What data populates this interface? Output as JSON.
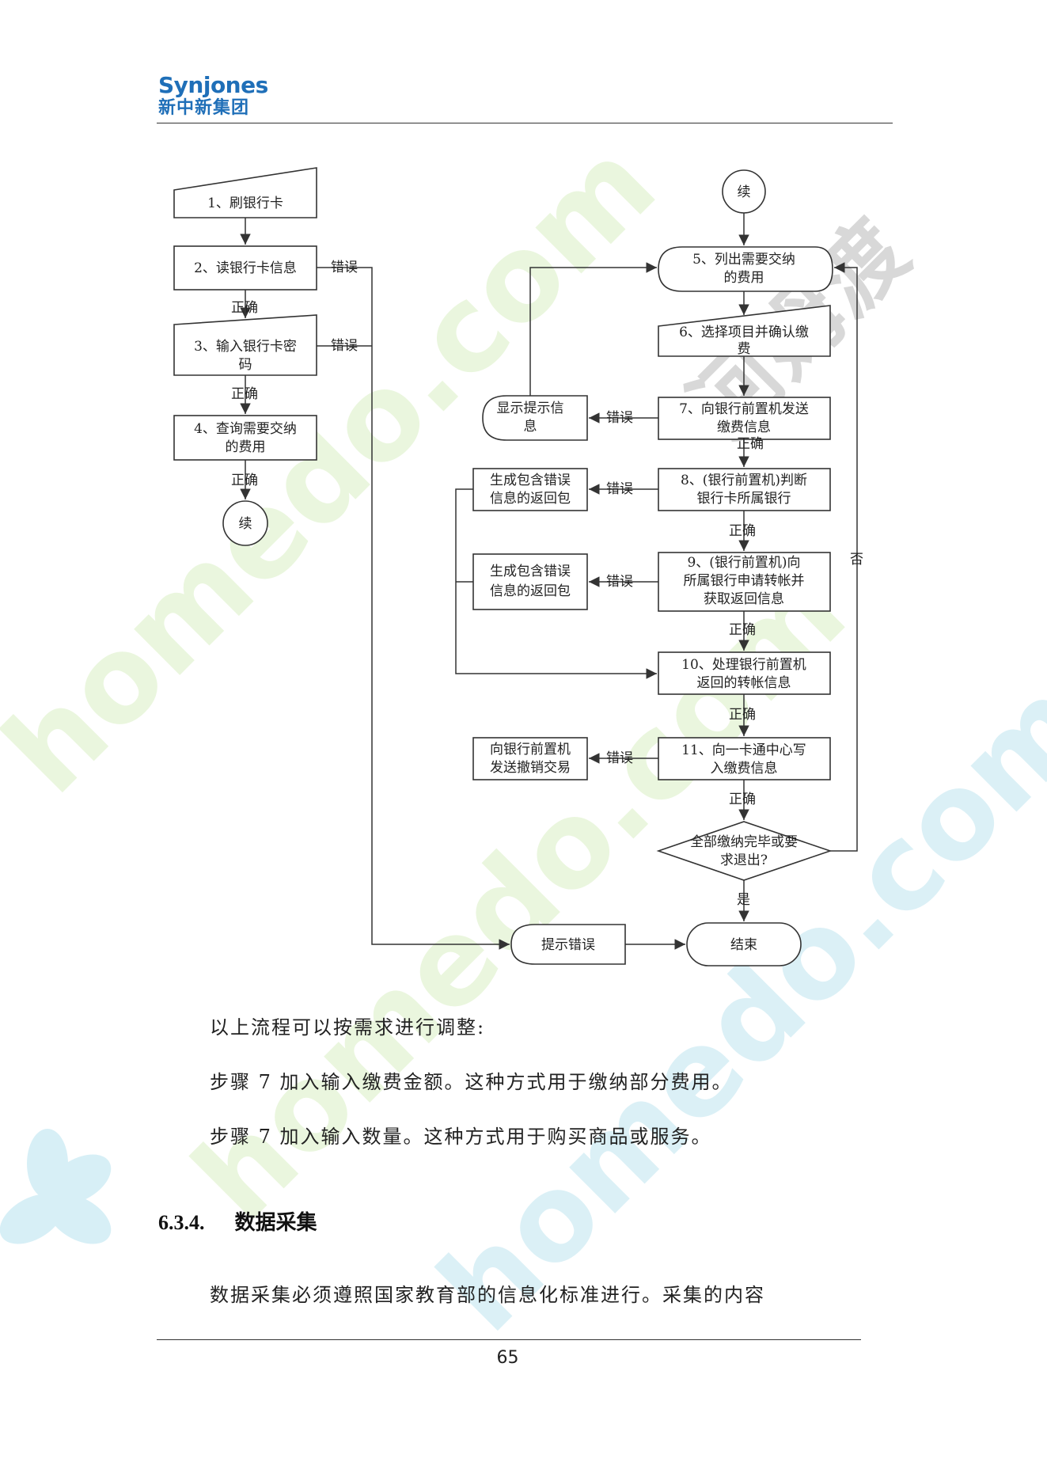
{
  "header": {
    "logo_en": "Synjones",
    "logo_cn": "新中新集团"
  },
  "flow": {
    "nodes": {
      "n1": "1、刷银行卡",
      "n2": "2、读银行卡信息",
      "n3a": "3、输入银行卡密",
      "n3b": "码",
      "n4a": "4、查询需要交纳",
      "n4b": "的费用",
      "c_left": "续",
      "c_right": "续",
      "n5a": "5、列出需要交纳",
      "n5b": "的费用",
      "n6a": "6、选择项目并确认缴",
      "n6b": "费",
      "n7a": "7、向银行前置机发送",
      "n7b": "缴费信息",
      "d7a": "显示提示信",
      "d7b": "息",
      "n8a": "8、(银行前置机)判断",
      "n8b": "银行卡所属银行",
      "e8a": "生成包含错误",
      "e8b": "信息的返回包",
      "n9a": "9、(银行前置机)向",
      "n9b": "所属银行申请转帐并",
      "n9c": "获取返回信息",
      "e9a": "生成包含错误",
      "e9b": "信息的返回包",
      "n10a": "10、处理银行前置机",
      "n10b": "返回的转帐信息",
      "n11a": "11、向一卡通中心写",
      "n11b": "入缴费信息",
      "e11a": "向银行前置机",
      "e11b": "发送撤销交易",
      "dia_a": "全部缴纳完毕或要",
      "dia_b": "求退出?",
      "err": "提示错误",
      "end": "结束"
    },
    "labels": {
      "correct": "正确",
      "error": "错误",
      "yes": "是",
      "no": "否"
    }
  },
  "body": {
    "p1": "以上流程可以按需求进行调整:",
    "p2": "步骤 7 加入输入缴费金额。这种方式用于缴纳部分费用。",
    "p3": "步骤 7 加入输入数量。这种方式用于购买商品或服务。",
    "section_num": "6.3.4.",
    "section_title": "数据采集",
    "p4": "数据采集必须遵照国家教育部的信息化标准进行。采集的内容"
  },
  "footer": {
    "page_number": "65"
  },
  "watermark": {
    "text_a": "homedo.com",
    "text_b": "河姆渡",
    "color_a": "#dff2cc",
    "color_b": "#bde8f2",
    "color_c": "#c8c8c8"
  }
}
